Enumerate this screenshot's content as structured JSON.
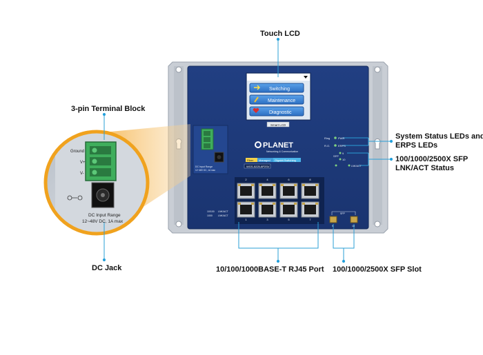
{
  "callouts": {
    "touch_lcd": "Touch LCD",
    "terminal_block": "3-pin Terminal Block",
    "system_status": "System Status LEDs and ERPS LEDs",
    "sfp_status": "100/1000/2500X SFP LNK/ACT Status",
    "dc_jack": "DC Jack",
    "rj45_port": "10/100/1000BASE-T RJ45 Port",
    "sfp_slot": "100/1000/2500X SFP Slot"
  },
  "device": {
    "brand": "PLANET",
    "brand_tagline": "Networking & Communication",
    "model": "WGS-5225-8P2SV",
    "product_tags": [
      "Fiber",
      "Managed",
      "Gigabit Switching"
    ],
    "lcd": {
      "menu": [
        "Switching",
        "Maintenance",
        "Diagnostic"
      ],
      "label": "Smart LCD"
    },
    "leds": {
      "ring": "Ring",
      "ro": "R.O.",
      "pwr": "PWR",
      "erps": "ERPS",
      "sfp": "SFP",
      "sfp9": "9",
      "sfp10": "10",
      "lnk_act": "LNK/ACT"
    },
    "port_numbers_top": [
      "2",
      "4",
      "6",
      "8"
    ],
    "port_numbers_bottom": [
      "1",
      "3",
      "5",
      "7"
    ],
    "port_legend": [
      "10/100",
      "LNK/ACT",
      "1000",
      "LNK/ACT"
    ],
    "sfp_label": "SFP",
    "sfp_slots": [
      "9",
      "10"
    ],
    "dc_input": "DC Input Range",
    "dc_range": "12~48V DC, 1A max"
  },
  "zoom": {
    "ground": "Ground",
    "v_plus": "V+",
    "v_minus": "V-",
    "dc_input": "DC Input Range",
    "dc_range": "12~48V DC, 1A max"
  },
  "colors": {
    "panel_blue": "#1e3a78",
    "frame_gray": "#c7ccd3",
    "zoom_ring": "#f0a21e",
    "terminal_green": "#3fae5c",
    "button_blue": "#3b84d8",
    "callout_line": "#2a9fd6",
    "dot_blue": "#1da1e2"
  }
}
